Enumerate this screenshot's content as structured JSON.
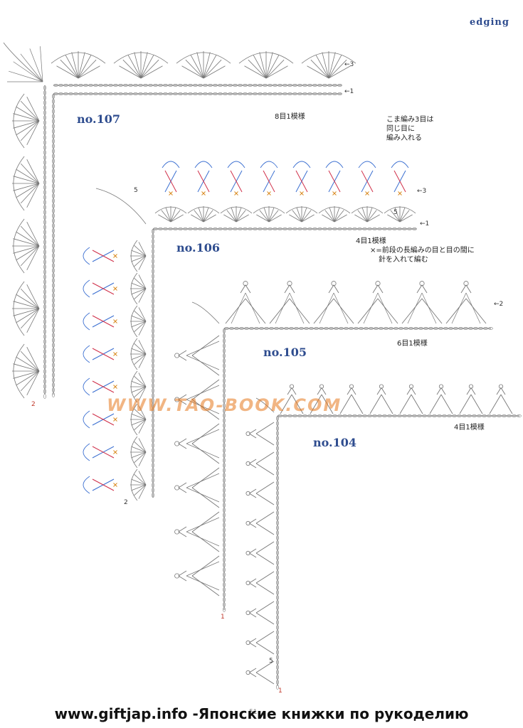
{
  "header": {
    "title": "edging"
  },
  "patterns": [
    {
      "id": "no.107",
      "label": "no.107",
      "repeat_note": "8目1模様",
      "row_markers": [
        "3",
        "1",
        "2"
      ]
    },
    {
      "id": "no.106",
      "label": "no.106",
      "repeat_note": "4目1模様",
      "row_markers": [
        "3",
        "1",
        "5",
        "5",
        "2"
      ]
    },
    {
      "id": "no.105",
      "label": "no.105",
      "repeat_note": "6目1模様",
      "row_markers": [
        "2",
        "1"
      ]
    },
    {
      "id": "no.104",
      "label": "no.104",
      "repeat_note": "4目1模様",
      "row_markers": [
        "5",
        "1"
      ]
    }
  ],
  "notes": {
    "sc_into_same": [
      "こま編み3目は",
      "同じ目に",
      "編み入れる"
    ],
    "x_meaning": [
      "×=前段の長編みの目と目の間に",
      "針を入れて編む"
    ]
  },
  "watermark": "WWW.TAO-BOOK.COM",
  "footer": {
    "text": "www.giftjap.info -Японские книжки по рукоделию",
    "page": "51"
  },
  "colors": {
    "label": "#2f4d8f",
    "diagram": "#777777",
    "accent_x": "#d98a1e",
    "accent_blue": "#3b6fd1",
    "accent_red": "#d0304a"
  }
}
